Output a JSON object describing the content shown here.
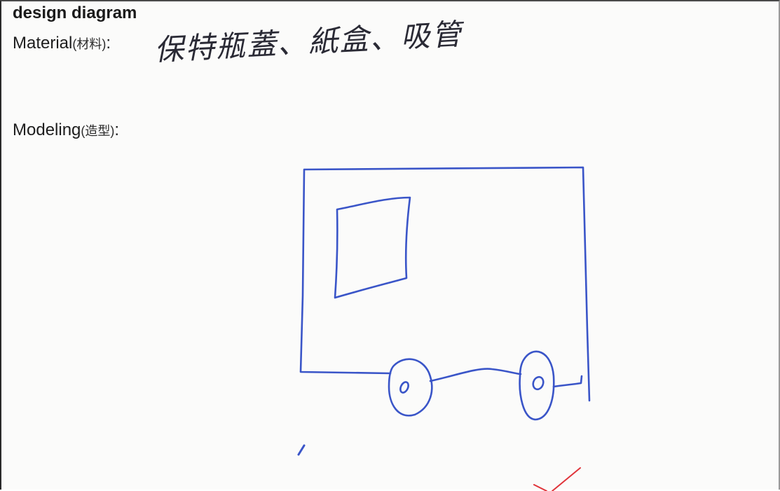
{
  "document": {
    "heading": "design diagram",
    "material": {
      "label_en": "Material",
      "label_cn": "(材料)",
      "separator": ":",
      "handwritten_value": "保特瓶蓋、紙盒、吸管"
    },
    "modeling": {
      "label_en": "Modeling",
      "label_cn": "(造型)",
      "separator": ":"
    }
  },
  "drawing": {
    "ink_color": "#3a55c8",
    "check_mark_color": "#e0343a"
  }
}
